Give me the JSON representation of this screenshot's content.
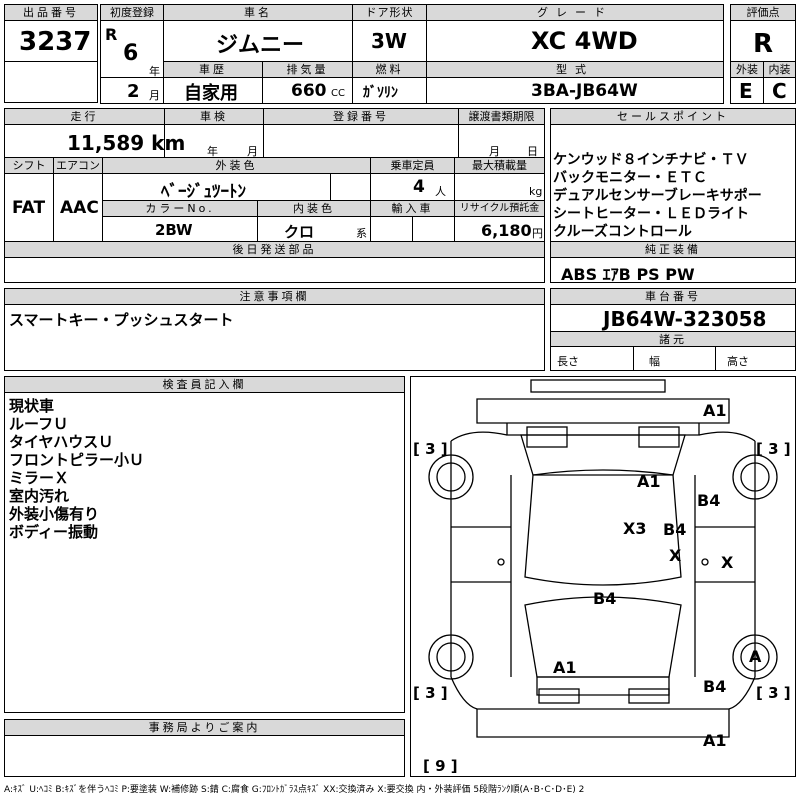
{
  "header": {
    "lot_number_label": "出品番号",
    "lot_number": "3237",
    "first_reg_label": "初度登録",
    "era": "R",
    "year": "6",
    "year_unit": "年",
    "month": "2",
    "month_unit": "月",
    "car_name_label": "車名",
    "car_name": "ジムニー",
    "door_label": "ドア形状",
    "door": "3W",
    "grade_label": "グレード",
    "grade": "XC 4WD",
    "score_label": "評価点",
    "score": "R",
    "history_label": "車歴",
    "history": "自家用",
    "displacement_label": "排気量",
    "displacement": "660",
    "displacement_unit": "CC",
    "fuel_label": "燃料",
    "fuel": "ｶﾞｿﾘﾝ",
    "model_label": "型式",
    "model": "3BA-JB64W",
    "exterior_label": "外装",
    "exterior_grade": "E",
    "interior_label": "内装",
    "interior_grade": "C"
  },
  "middle": {
    "mileage_label": "走行",
    "mileage": "11,589 km",
    "inspection_label": "車検",
    "inspection_year_unit": "年",
    "inspection_month_unit": "月",
    "reg_no_label": "登録番号",
    "transfer_label": "譲渡書類期限",
    "transfer_month_unit": "月",
    "transfer_day_unit": "日",
    "shift_label": "シフト",
    "shift": "FAT",
    "ac_label": "エアコン",
    "ac": "AAC",
    "ext_color_label": "外装色",
    "ext_color": "ﾍﾞｰｼﾞｭﾂｰﾄﾝ",
    "capacity_label": "乗車定員",
    "capacity": "4",
    "capacity_unit": "人",
    "max_load_label": "最大積載量",
    "max_load_unit": "kg",
    "color_no_label": "カラーNo.",
    "color_no": "2BW",
    "int_color_label": "内装色",
    "int_color": "クロ",
    "int_color_unit": "系",
    "import_label": "輸入車",
    "recycle_label": "リサイクル預託金",
    "recycle": "6,180",
    "recycle_unit": "円",
    "deferred_label": "後日発送部品"
  },
  "sales": {
    "label": "セールスポイント",
    "lines": [
      "ケンウッド８インチナビ・ＴＶ",
      "バックモニター・ＥＴＣ",
      "デュアルセンサーブレーキサポー",
      "シートヒーター・ＬＥＤライト",
      "クルーズコントロール"
    ],
    "equip_label": "純正装備",
    "equip": "ABS ｴｱB PS PW"
  },
  "notice": {
    "label": "注意事項欄",
    "text": "スマートキー・プッシュスタート"
  },
  "chassis": {
    "label": "車台番号",
    "number": "JB64W-323058",
    "specs_label": "諸元",
    "length_label": "長さ",
    "width_label": "幅",
    "height_label": "高さ"
  },
  "inspector": {
    "label": "検査員記入欄",
    "lines": [
      "現状車",
      "ルーフＵ",
      "タイヤハウスＵ",
      "フロントピラー小Ｕ",
      "ミラーＸ",
      "室内汚れ",
      "外装小傷有り",
      "ボディー振動"
    ]
  },
  "diagram": {
    "marks": {
      "top_bumper": "A1",
      "roof": "A1",
      "right_front": "B4",
      "x3": "X3",
      "b4_mid": "B4",
      "x_mid": "X",
      "x_right": "X",
      "center": "B4",
      "rear_a1": "A1",
      "rear_b4": "B4",
      "bottom_bumper": "A1",
      "wheel_a": "A"
    },
    "tires": {
      "fl": "[ 3 ]",
      "fr": "[ 3 ]",
      "rl": "[ 3 ]",
      "rr": "[ 3 ]",
      "spare": "[ 9 ]"
    }
  },
  "office": {
    "label": "事務局よりご案内"
  },
  "legend": "A:ｷｽﾞ U:ﾍｺﾐ B:ｷｽﾞを伴うﾍｺﾐ P:要塗装 W:補修跡 S:錆 C:腐食 G:ﾌﾛﾝﾄｶﾞﾗｽ点ｷｽﾞ XX:交換済み X:要交換 内・外装評価 5段階ﾗﾝｸ順(A･B･C･D･E) 2"
}
